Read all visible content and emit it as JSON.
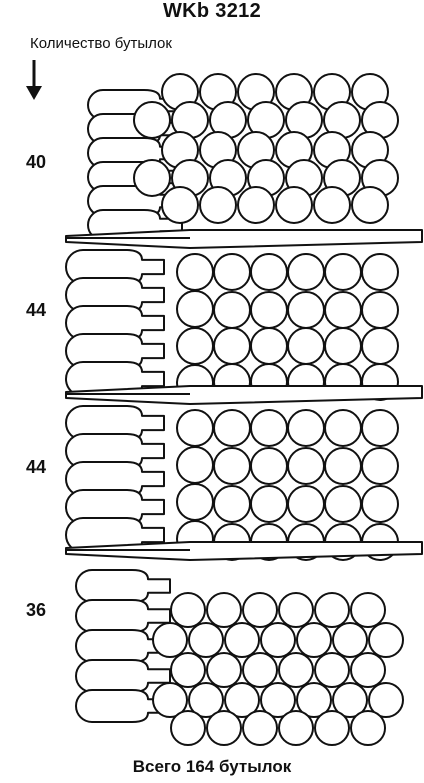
{
  "title": "WKb 3212",
  "count_label": "Количество бутылок",
  "shelves": [
    {
      "count": "40"
    },
    {
      "count": "44"
    },
    {
      "count": "44"
    },
    {
      "count": "36"
    }
  ],
  "total": "Всего 164 бутылок"
}
